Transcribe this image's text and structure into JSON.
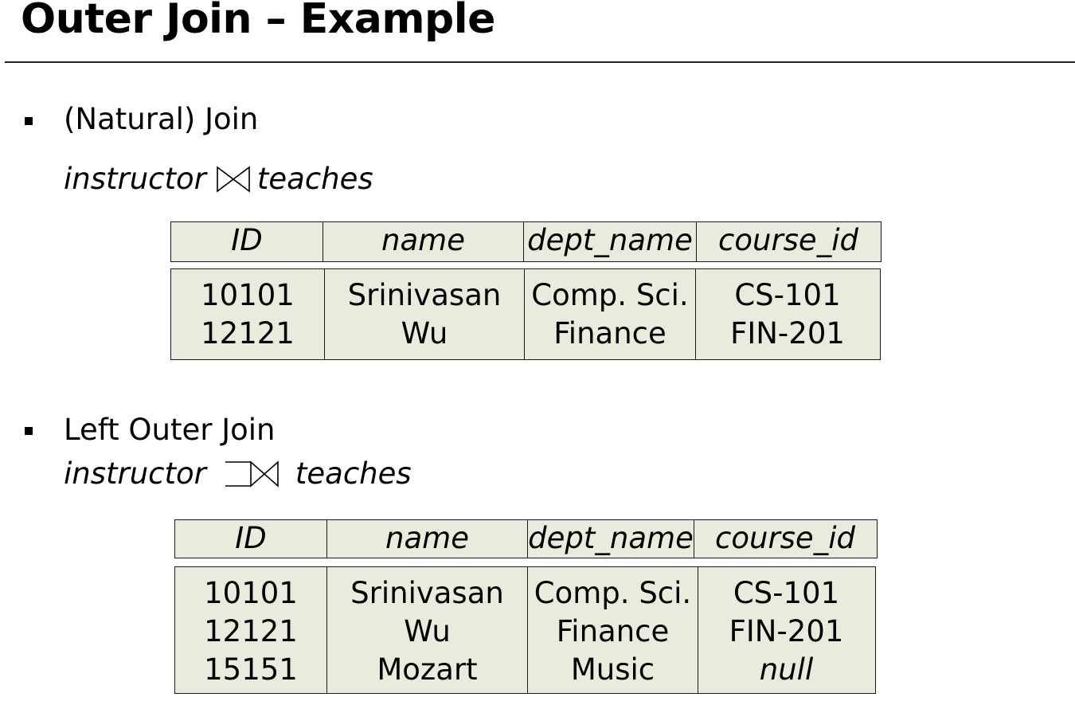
{
  "slide": {
    "title": "Outer Join – Example"
  },
  "natural_join": {
    "bullet": "(Natural) Join",
    "expr_left": "instructor",
    "expr_right": "teaches",
    "operator_icon": "bowtie-icon",
    "headers": [
      "ID",
      "name",
      "dept_name",
      "course_id"
    ],
    "rows": [
      [
        "10101",
        "Srinivasan",
        "Comp. Sci.",
        "CS-101"
      ],
      [
        "12121",
        "Wu",
        "Finance",
        "FIN-201"
      ]
    ]
  },
  "left_outer_join": {
    "bullet": "Left Outer Join",
    "expr_left": "instructor",
    "expr_right": "teaches",
    "operator_icon": "left-outer-join-icon",
    "headers": [
      "ID",
      "name",
      "dept_name",
      "course_id"
    ],
    "rows": [
      [
        "10101",
        "Srinivasan",
        "Comp. Sci.",
        "CS-101"
      ],
      [
        "12121",
        "Wu",
        "Finance",
        "FIN-201"
      ],
      [
        "15151",
        "Mozart",
        "Music",
        "null"
      ]
    ]
  },
  "colors": {
    "cell_fill": "#e9ecdc",
    "border": "#1a1a1a"
  }
}
